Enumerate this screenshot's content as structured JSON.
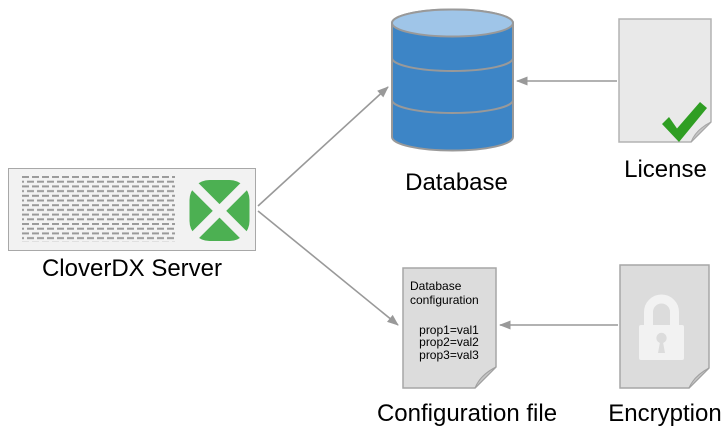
{
  "diagram": {
    "type": "architecture-diagram",
    "background": "#ffffff"
  },
  "nodes": {
    "server": {
      "label": "CloverDX Server",
      "icon": "clover-icon",
      "decoration": "rows-of-dashed-text-lines"
    },
    "database": {
      "label": "Database",
      "icon": "database-cylinder-icon",
      "segments": 3
    },
    "license": {
      "label": "License",
      "icon": "checkmark-icon",
      "shape": "document-with-folded-corner"
    },
    "config_file": {
      "label": "Configuration file",
      "shape": "document-with-folded-corner",
      "doc_heading": "Database configuration",
      "props": [
        "prop1=val1",
        "prop2=val2",
        "prop3=val3"
      ]
    },
    "encryption": {
      "label": "Encryption",
      "icon": "lock-icon",
      "shape": "document-with-folded-corner"
    }
  },
  "edges": [
    {
      "from": "server",
      "to": "database",
      "arrowhead": "at-database"
    },
    {
      "from": "license",
      "to": "database",
      "arrowhead": "at-database"
    },
    {
      "from": "server",
      "to": "config_file",
      "arrowhead": "at-config-file"
    },
    {
      "from": "encryption",
      "to": "config_file",
      "arrowhead": "at-config-file"
    }
  ],
  "colors": {
    "server_fill": "#f2f2f2",
    "server_border": "#a8a8a8",
    "server_text_lines": "#9a9a9a",
    "clover_green": "#4cb052",
    "clover_gap": "#f2f2f2",
    "database_body": "#3d85c6",
    "database_top": "#9fc5e8",
    "database_stroke": "#999999",
    "license_fill": "#e9e9e9",
    "doc_fill": "#dcdcdc",
    "doc_border": "#aaaaaa",
    "fold_fill": "#c6c6c6",
    "check_green": "#2f9e23",
    "lock_fill": "#f2f2f2",
    "arrow_gray": "#999999",
    "label_color": "#000000"
  }
}
